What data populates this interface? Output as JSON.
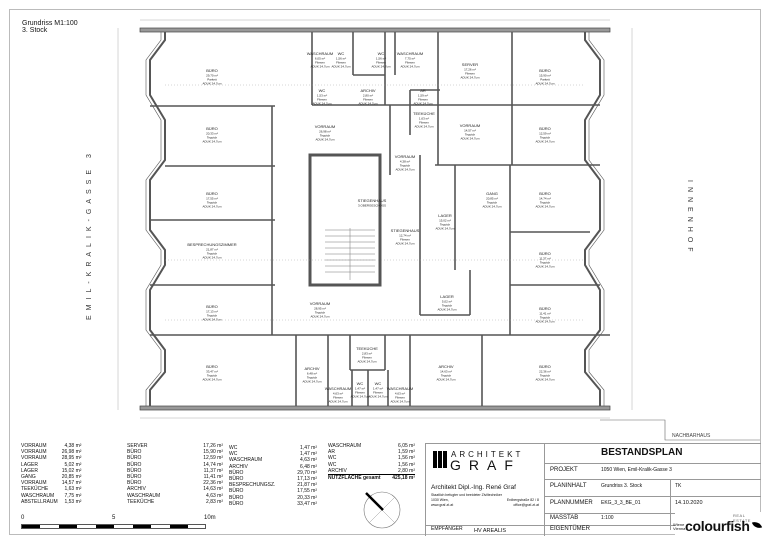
{
  "plan": {
    "title_line1": "Grundriss M1:100",
    "title_line2": "3. Stock",
    "street_left": "EMIL-KRALIK-GASSE 3",
    "street_right": "INNENHOF",
    "neighbor": "NACHBARHAUS",
    "rooms": [
      {
        "name": "BÜRO",
        "area": "29,70 m²",
        "floor": "Parkett",
        "h": "ADUK 24,7cm"
      },
      {
        "name": "BÜRO",
        "area": "20,33 m²",
        "floor": "Teppich",
        "h": "ADUK 24,7cm"
      },
      {
        "name": "BÜRO",
        "area": "17,55 m²",
        "floor": "Teppich",
        "h": "ADUK 24,7cm"
      },
      {
        "name": "BESPRECHUNGSZIMMER",
        "area": "21,87 m²",
        "floor": "Teppich",
        "h": "ADUK 24,7cm"
      },
      {
        "name": "BÜRO",
        "area": "17,13 m²",
        "floor": "Teppich",
        "h": "ADUK 24,7cm"
      },
      {
        "name": "BÜRO",
        "area": "33,47 m²",
        "floor": "Teppich",
        "h": "ADUK 24,7cm"
      },
      {
        "name": "WASCHRAUM",
        "area": "6,05 m²",
        "floor": "Fliesen",
        "h": "ADUK 24,7cm"
      },
      {
        "name": "WC",
        "area": "1,56 m²",
        "floor": "Fliesen",
        "h": "ADUK 24,7cm"
      },
      {
        "name": "WC",
        "area": "1,56 m²",
        "floor": "Fliesen",
        "h": "ADUK 24,7cm"
      },
      {
        "name": "WASCHRAUM",
        "area": "7,75 m²",
        "floor": "Fliesen",
        "h": "ADUK 24,7cm"
      },
      {
        "name": "WC",
        "area": "1,53 m²",
        "floor": "Fliesen",
        "h": "ADUK 24,7cm"
      },
      {
        "name": "ARCHIV",
        "area": "2,80 m²",
        "floor": "Fliesen",
        "h": "ADUK 24,7cm"
      },
      {
        "name": "AR",
        "area": "1,59 m²",
        "floor": "Fliesen",
        "h": "ADUK 24,7cm"
      },
      {
        "name": "TEEKÜCHE",
        "area": "1,63 m²",
        "floor": "Fliesen",
        "h": "ADUK 24,7cm"
      },
      {
        "name": "VORRAUM",
        "area": "26,98 m²",
        "floor": "Teppich",
        "h": "ADUK 24,7cm"
      },
      {
        "name": "VORRAUM",
        "area": "4,38 m²",
        "floor": "Teppich",
        "h": "ADUK 24,7cm"
      },
      {
        "name": "STIEGENHAUS",
        "area": "3.OBERGESCHOSS",
        "floor": "",
        "h": ""
      },
      {
        "name": "STIEGENHAUS",
        "area": "12,74 m²",
        "floor": "Fliesen",
        "h": "ADUK 24,7cm"
      },
      {
        "name": "SERVER",
        "area": "17,26 m²",
        "floor": "Fliesen",
        "h": "ADUK 24,7cm"
      },
      {
        "name": "BÜRO",
        "area": "15,90 m²",
        "floor": "Parkett",
        "h": "ADUK 24,7cm"
      },
      {
        "name": "VORRAUM",
        "area": "14,57 m²",
        "floor": "Teppich",
        "h": "ADUK 24,7cm"
      },
      {
        "name": "BÜRO",
        "area": "12,59 m²",
        "floor": "Teppich",
        "h": "ADUK 24,7cm"
      },
      {
        "name": "GANG",
        "area": "20,85 m²",
        "floor": "Teppich",
        "h": "ADUK 24,7cm"
      },
      {
        "name": "BÜRO",
        "area": "14,74 m²",
        "floor": "Teppich",
        "h": "ADUK 24,7cm"
      },
      {
        "name": "LAGER",
        "area": "15,02 m²",
        "floor": "Teppich",
        "h": "ADUK 24,7cm"
      },
      {
        "name": "BÜRO",
        "area": "11,37 m²",
        "floor": "Teppich",
        "h": "ADUK 24,7cm"
      },
      {
        "name": "LAGER",
        "area": "5,02 m²",
        "floor": "Teppich",
        "h": "ADUK 24,7cm"
      },
      {
        "name": "BÜRO",
        "area": "11,41 m²",
        "floor": "Teppich",
        "h": "ADUK 24,7cm"
      },
      {
        "name": "VORRAUM",
        "area": "28,95 m²",
        "floor": "Teppich",
        "h": "ADUK 24,7cm"
      },
      {
        "name": "TEEKÜCHE",
        "area": "2,83 m²",
        "floor": "Fliesen",
        "h": "ADUK 24,7cm"
      },
      {
        "name": "ARCHIV",
        "area": "6,48 m²",
        "floor": "Teppich",
        "h": "ADUK 24,7cm"
      },
      {
        "name": "WC",
        "area": "1,47 m²",
        "floor": "Fliesen",
        "h": "ADUK 24,7cm"
      },
      {
        "name": "WC",
        "area": "1,47 m²",
        "floor": "Fliesen",
        "h": "ADUK 24,7cm"
      },
      {
        "name": "WASCHRAUM",
        "area": "4,63 m²",
        "floor": "Fliesen",
        "h": "ADUK 24,7cm"
      },
      {
        "name": "WASCHRAUM",
        "area": "4,63 m²",
        "floor": "Fliesen",
        "h": "ADUK 24,7cm"
      },
      {
        "name": "ARCHIV",
        "area": "14,63 m²",
        "floor": "Teppich",
        "h": "ADUK 24,7cm"
      },
      {
        "name": "BÜRO",
        "area": "22,36 m²",
        "floor": "Teppich",
        "h": "ADUK 24,7cm"
      }
    ]
  },
  "area_table": [
    [
      [
        "VORRAUM",
        "4,38 m²"
      ],
      [
        "VORRAUM",
        "26,98 m²"
      ],
      [
        "VORRAUM",
        "28,95 m²"
      ],
      [
        "LAGER",
        "5,02 m²"
      ],
      [
        "LAGER",
        "15,02 m²"
      ],
      [
        "GANG",
        "20,85 m²"
      ],
      [
        "VORRAUM",
        "14,57 m²"
      ],
      [
        "TEEKÜCHE",
        "1,63 m²"
      ],
      [
        "WASCHRAUM",
        "7,75 m²"
      ],
      [
        "ABSTELLRAUM",
        "1,53 m²"
      ]
    ],
    [
      [
        "SERVER",
        "17,26 m²"
      ],
      [
        "BÜRO",
        "15,90 m²"
      ],
      [
        "BÜRO",
        "12,59 m²"
      ],
      [
        "BÜRO",
        "14,74 m²"
      ],
      [
        "BÜRO",
        "11,37 m²"
      ],
      [
        "BÜRO",
        "11,41 m²"
      ],
      [
        "BÜRO",
        "22,36 m²"
      ],
      [
        "ARCHIV",
        "14,63 m²"
      ],
      [
        "WASCHRAUM",
        "4,63 m²"
      ],
      [
        "TEEKÜCHE",
        "2,83 m²"
      ]
    ],
    [
      [
        "WC",
        "1,47 m²"
      ],
      [
        "WC",
        "1,47 m²"
      ],
      [
        "WASCHRAUM",
        "4,63 m²"
      ],
      [
        "ARCHIV",
        "6,48 m²"
      ],
      [
        "BÜRO",
        "29,70 m²"
      ],
      [
        "BÜRO",
        "17,13 m²"
      ],
      [
        "BESPRECHUNGSZ.",
        "21,87 m²"
      ],
      [
        "BÜRO",
        "17,55 m²"
      ],
      [
        "BÜRO",
        "20,33 m²"
      ],
      [
        "BÜRO",
        "33,47 m²"
      ]
    ],
    [
      [
        "WASCHRAUM",
        "6,05 m²"
      ],
      [
        "AR",
        "1,59 m²"
      ],
      [
        "WC",
        "1,56 m²"
      ],
      [
        "WC",
        "1,56 m²"
      ],
      [
        "ARCHIV",
        "2,80 m²"
      ]
    ]
  ],
  "total": {
    "label": "NUTZFLÄCHE gesamt",
    "value": "425,18 m²"
  },
  "scale_bar": {
    "start": "0",
    "mid": "5",
    "end": "10m"
  },
  "title_block": {
    "logo_line1": "ARCHITEKT",
    "logo_line2": "GRAF",
    "architect": "Architekt Dipl.-Ing. René Graf",
    "architect_sub": "Staatlich befugter und beeideter Ziviltechniker",
    "address_city": "1030 Wien,",
    "address_street": "Erdbergstraße 82 / 8",
    "web": "www.graf-zt.at",
    "email": "office@graf-zt.at",
    "recipient_label": "EMPFÄNGER",
    "recipient": "HV AREALIS",
    "heading": "BESTANDSPLAN",
    "project_label": "PROJEKT",
    "project": "1050 Wien, Emil-Kralik-Gasse 3",
    "content_label": "PLANINHALT",
    "content": "Grundriss 3. Stock",
    "initials": "TK",
    "number_label": "PLANNUMMER",
    "number": "EKG_3_3_BE_01",
    "date": "14.10.2020",
    "scale_label": "MASSTAB",
    "scale": "1:100",
    "owner_label": "EIGENTÜMER",
    "owner_line1": "Wiene",
    "owner_line2": "Vienna",
    "owner_logo": "colourfish",
    "owner_logo_tag": "REAL ESTATE"
  }
}
